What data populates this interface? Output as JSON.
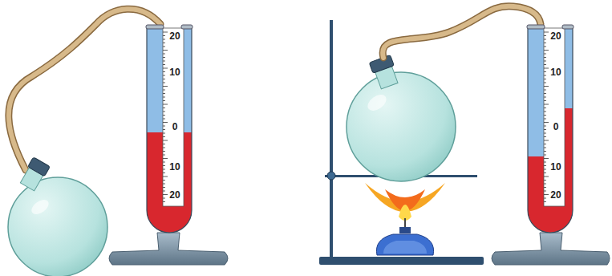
{
  "diagram": {
    "labels": [
      "20",
      "10",
      "0",
      "10",
      "20",
      "20",
      "10",
      "0",
      "10",
      "20"
    ]
  }
}
